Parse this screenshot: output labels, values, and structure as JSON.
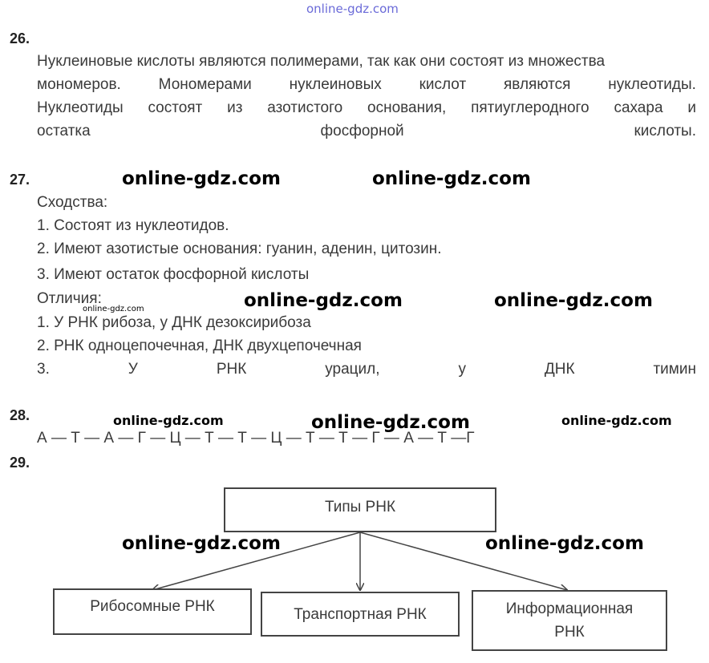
{
  "watermark": "online-gdz.com",
  "q26": {
    "number": "26.",
    "lines": [
      [
        "Нуклеиновые кислоты являются полимерами, так как они состоят из множества"
      ],
      [
        "мономеров.",
        "Мономерами",
        "нуклеиновых",
        "кислот",
        "являются",
        "нуклеотиды."
      ],
      [
        "Нуклеотиды",
        "состоят",
        "из",
        "азотистого",
        "основания,",
        "пятиуглеродного",
        "сахара",
        "и"
      ],
      [
        "остатка",
        "фосфорной",
        "кислоты."
      ]
    ]
  },
  "q27": {
    "number": "27.",
    "similar_header": "Сходства:",
    "similar": [
      "1. Состоят из нуклеотидов.",
      "2. Имеют азотистые основания: гуанин, аденин, цитозин.",
      "3. Имеют остаток фосфорной кислоты"
    ],
    "diff_header": "Отличия:",
    "diff": [
      "1. У РНК рибоза, у ДНК дезоксирибоза",
      "2. РНК одноцепочечная, ДНК двухцепочечная"
    ],
    "diff3": [
      "3.",
      "У",
      "РНК",
      "урацил,",
      "у",
      "ДНК",
      "тимин"
    ]
  },
  "q28": {
    "number": "28.",
    "sequence": "А — Т — А — Г — Ц — Т — Т — Ц — Т — Т — Г — А — Т —Г"
  },
  "q29": {
    "number": "29.",
    "root": "Типы РНК",
    "children": [
      "Рибосомные РНК",
      "Транспортная РНК",
      "Информационная РНК"
    ]
  }
}
